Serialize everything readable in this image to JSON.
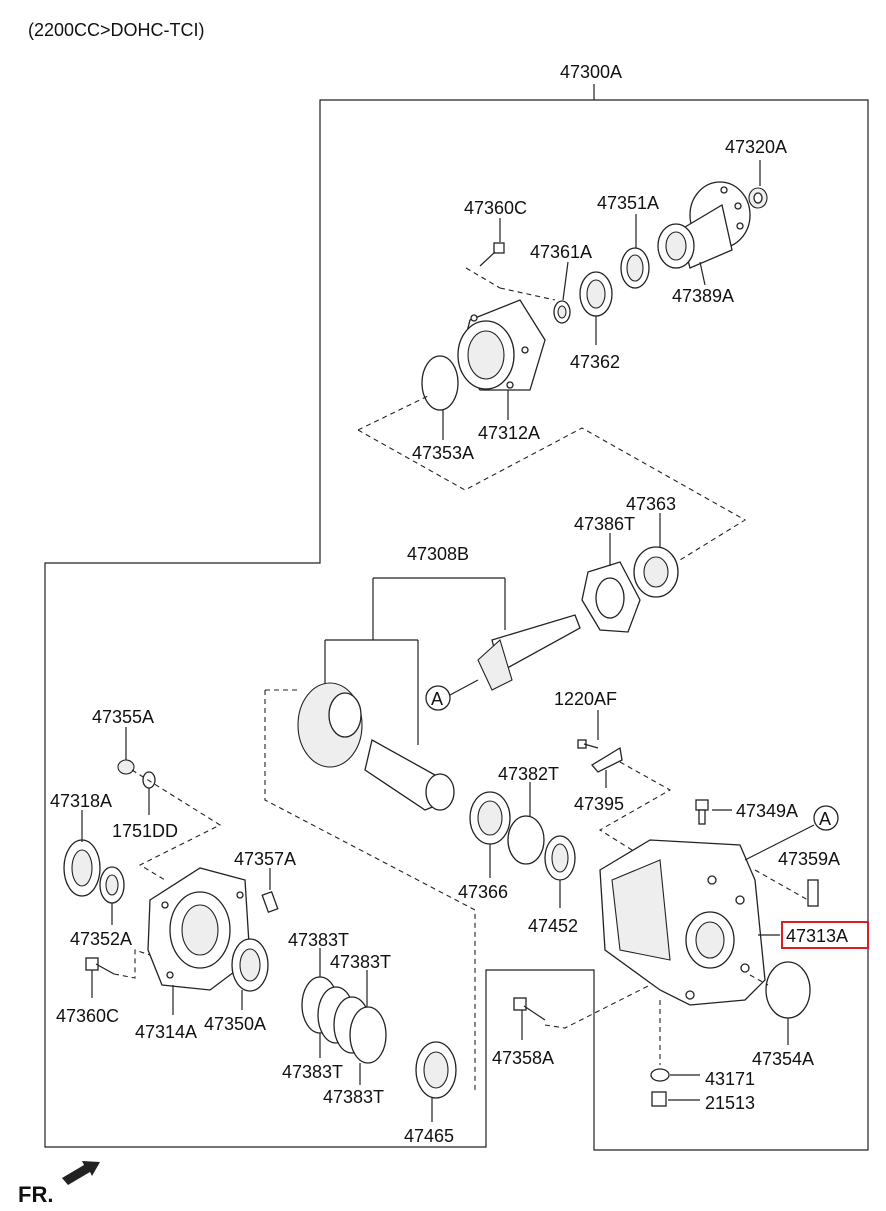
{
  "header": {
    "engine_label": "(2200CC>DOHC-TCI)"
  },
  "assembly": {
    "label": "47300A"
  },
  "parts": {
    "p47320A": "47320A",
    "p47360C_top": "47360C",
    "p47351A": "47351A",
    "p47361A": "47361A",
    "p47389A": "47389A",
    "p47362": "47362",
    "p47312A": "47312A",
    "p47353A": "47353A",
    "p47363": "47363",
    "p47386T": "47386T",
    "p47308B": "47308B",
    "ref_A_left": "A",
    "p1220AF": "1220AF",
    "p47355A": "47355A",
    "p47382T": "47382T",
    "p47395": "47395",
    "p47349A": "47349A",
    "ref_A_right": "A",
    "p47318A": "47318A",
    "p1751DD": "1751DD",
    "p47357A": "47357A",
    "p47359A": "47359A",
    "p47366": "47366",
    "p47313A": "47313A",
    "p47452": "47452",
    "p47352A": "47352A",
    "p47383T_1": "47383T",
    "p47383T_2": "47383T",
    "p47360C_bottom": "47360C",
    "p47314A": "47314A",
    "p47350A": "47350A",
    "p47358A": "47358A",
    "p47354A": "47354A",
    "p47383T_3": "47383T",
    "p43171": "43171",
    "p47383T_4": "47383T",
    "p21513": "21513",
    "p47465": "47465"
  },
  "footer": {
    "direction_label": "FR."
  },
  "colors": {
    "highlight": "#d81f26",
    "line": "#222222"
  }
}
